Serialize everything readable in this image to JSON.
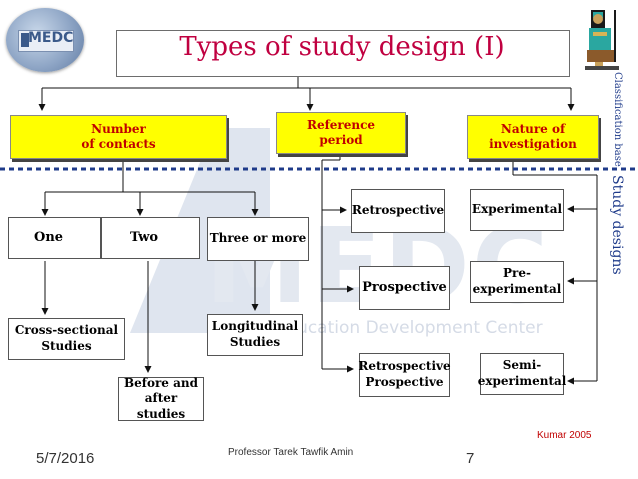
{
  "title": "Types of study design (I)",
  "logo": {
    "text": "MEDC"
  },
  "watermark": {
    "big": "MEDC",
    "sub": "Medical Education Development Center"
  },
  "side_labels": {
    "top": "Classification base",
    "bottom": "Study designs"
  },
  "classification": {
    "contacts": "Number\nof contacts",
    "reference": "Reference\nperiod",
    "nature": "Nature of\ninvestigation"
  },
  "contacts_types": {
    "one": "One",
    "two": "Two",
    "three": "Three or more"
  },
  "contacts_designs": {
    "cross": "Cross-sectional\nStudies",
    "before_after": "Before and\nafter studies",
    "longitudinal": "Longitudinal\nStudies"
  },
  "reference_designs": {
    "retro": "Retrospective",
    "pro": "Prospective",
    "retro_pro": "Retrospective\nProspective"
  },
  "nature_designs": {
    "experimental": "Experimental",
    "pre": "Pre-\nexperimental",
    "semi": "Semi-\nexperimental"
  },
  "citation": "Kumar 2005",
  "footer": {
    "date": "5/7/2016",
    "author": "Professor Tarek Tawfik Amin",
    "page": "7"
  }
}
